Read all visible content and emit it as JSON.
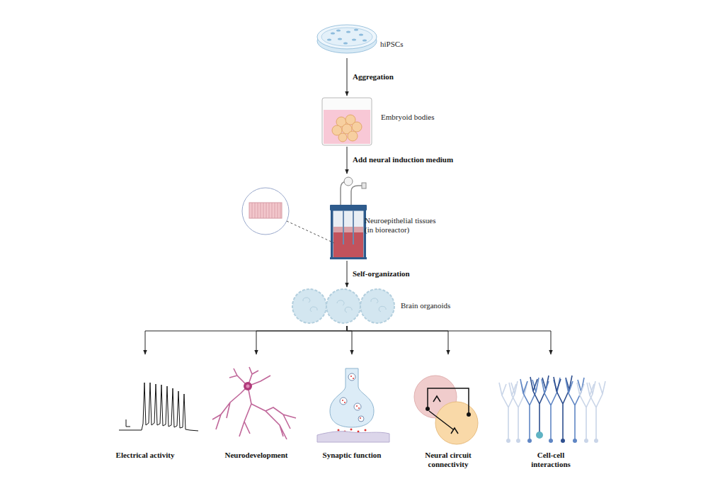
{
  "diagram": {
    "nodes": [
      {
        "text": [
          "hiPSCs"
        ]
      },
      {
        "text": [
          "Embryoid bodies"
        ]
      },
      {
        "text": [
          "Neuroepithelial tissues (in bioreactor)"
        ]
      },
      {
        "text": [
          "Brain organoids"
        ]
      },
      {
        "text": [
          "Electrical activity"
        ]
      },
      {
        "text": [
          "Neurodevelopment"
        ]
      },
      {
        "text": [
          "Synaptic function"
        ]
      },
      {
        "text": [
          "Neural circuit connectivity"
        ]
      },
      {
        "text": [
          "Cell-cell interactions"
        ]
      }
    ],
    "edges": [
      {
        "from": 0,
        "to": 1,
        "label": "Aggregation",
        "arrow": "to"
      },
      {
        "from": 1,
        "to": 2,
        "label": "Add neural induction medium",
        "arrow": "to"
      },
      {
        "from": 2,
        "to": 3,
        "label": "Self-organization",
        "arrow": "to"
      },
      {
        "from": 3,
        "to": 4,
        "arrow": "to"
      },
      {
        "from": 3,
        "to": 5,
        "arrow": "to"
      },
      {
        "from": 3,
        "to": 6,
        "arrow": "to"
      },
      {
        "from": 3,
        "to": 7,
        "arrow": "to"
      },
      {
        "from": 3,
        "to": 8,
        "arrow": "to"
      }
    ]
  }
}
